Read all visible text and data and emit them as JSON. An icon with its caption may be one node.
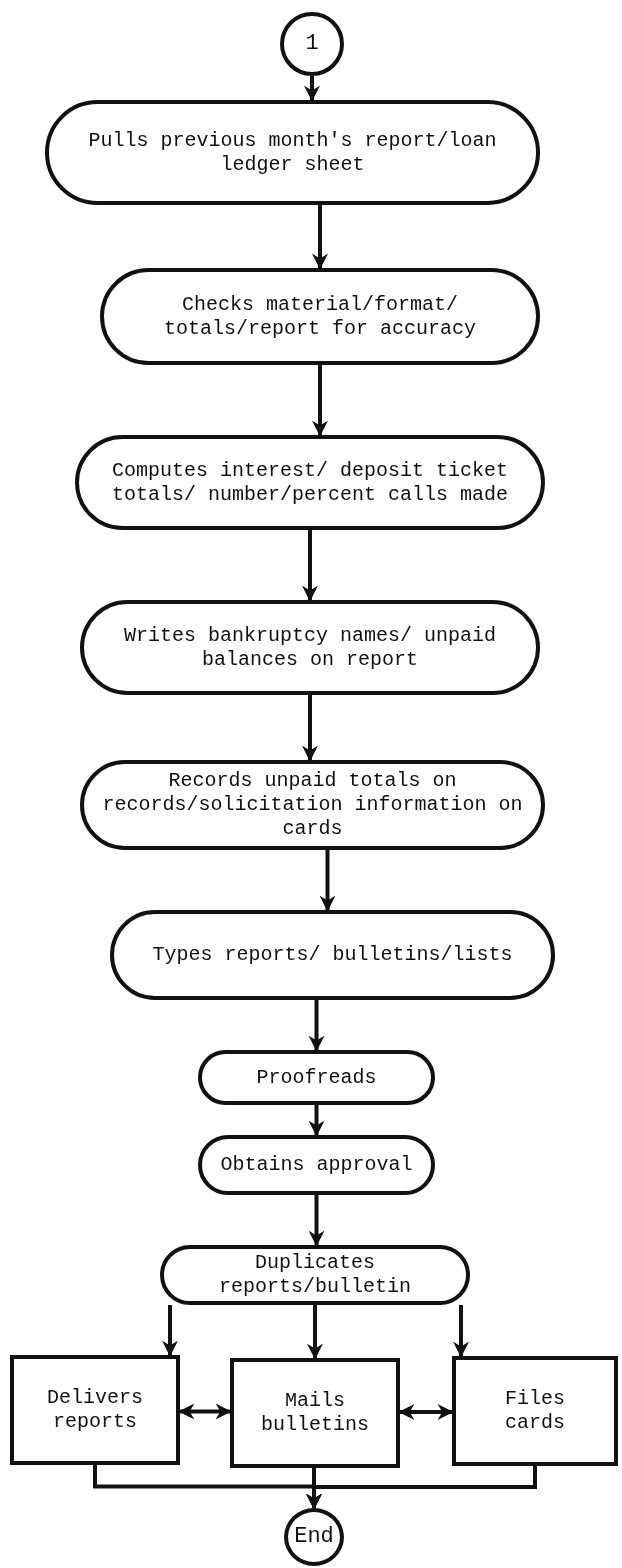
{
  "diagram": {
    "nodes": [
      {
        "text": [
          "1"
        ]
      },
      {
        "text": [
          "Pulls previous month's report/loan ledger sheet"
        ]
      },
      {
        "text": [
          "Checks material/format/ totals/report for accuracy"
        ]
      },
      {
        "text": [
          "Computes interest/ deposit ticket totals/ number/percent calls made"
        ]
      },
      {
        "text": [
          "Writes bankruptcy names/ unpaid balances on report"
        ]
      },
      {
        "text": [
          "Records unpaid totals on records/solicitation information on cards"
        ]
      },
      {
        "text": [
          "Types reports/ bulletins/lists"
        ]
      },
      {
        "text": [
          "Proofreads"
        ]
      },
      {
        "text": [
          "Obtains approval"
        ]
      },
      {
        "text": [
          "Duplicates reports/bulletin"
        ]
      },
      {
        "text": [
          "Delivers reports"
        ]
      },
      {
        "text": [
          "Mails bulletins"
        ]
      },
      {
        "text": [
          "Files cards"
        ]
      },
      {
        "text": [
          "End"
        ]
      }
    ],
    "edges": [
      {
        "from": 0,
        "to": 1,
        "arrow": "to"
      },
      {
        "from": 1,
        "to": 2,
        "arrow": "to"
      },
      {
        "from": 2,
        "to": 3,
        "arrow": "to"
      },
      {
        "from": 3,
        "to": 4,
        "arrow": "to"
      },
      {
        "from": 4,
        "to": 5,
        "arrow": "to"
      },
      {
        "from": 5,
        "to": 6,
        "arrow": "to"
      },
      {
        "from": 6,
        "to": 7,
        "arrow": "to"
      },
      {
        "from": 7,
        "to": 8,
        "arrow": "to"
      },
      {
        "from": 8,
        "to": 9,
        "arrow": "to"
      },
      {
        "from": 9,
        "to": 10,
        "arrow": "to"
      },
      {
        "from": 9,
        "to": 11,
        "arrow": "to"
      },
      {
        "from": 9,
        "to": 12,
        "arrow": "to"
      },
      {
        "from": 10,
        "to": 11,
        "arrow": "both"
      },
      {
        "from": 11,
        "to": 12,
        "arrow": "both"
      },
      {
        "from": 10,
        "to": 13,
        "arrow": "to"
      },
      {
        "from": 11,
        "to": 13,
        "arrow": "to"
      },
      {
        "from": 12,
        "to": 13,
        "arrow": "to"
      }
    ]
  }
}
